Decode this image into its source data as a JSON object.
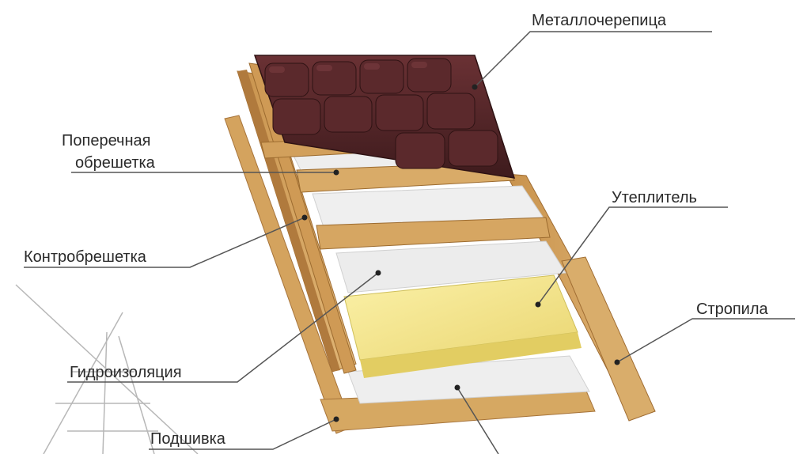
{
  "labels": {
    "metal_tile": "Металлочерепица",
    "cross_batten_line1": "Поперечная",
    "cross_batten_line2": "обрешетка",
    "counter_batten": "Контробрешетка",
    "waterproofing": "Гидроизоляция",
    "soffit": "Подшивка",
    "insulation": "Утеплитель",
    "rafters": "Стропила"
  },
  "colors": {
    "wood_light": "#d8a862",
    "wood_mid": "#c48f4b",
    "wood_dark": "#9c6b2f",
    "tile": "#4e2426",
    "tile_highlight": "#6d3538",
    "membrane": "#eeeeee",
    "insulation": "#f2e48a",
    "leader_line": "#555555"
  }
}
